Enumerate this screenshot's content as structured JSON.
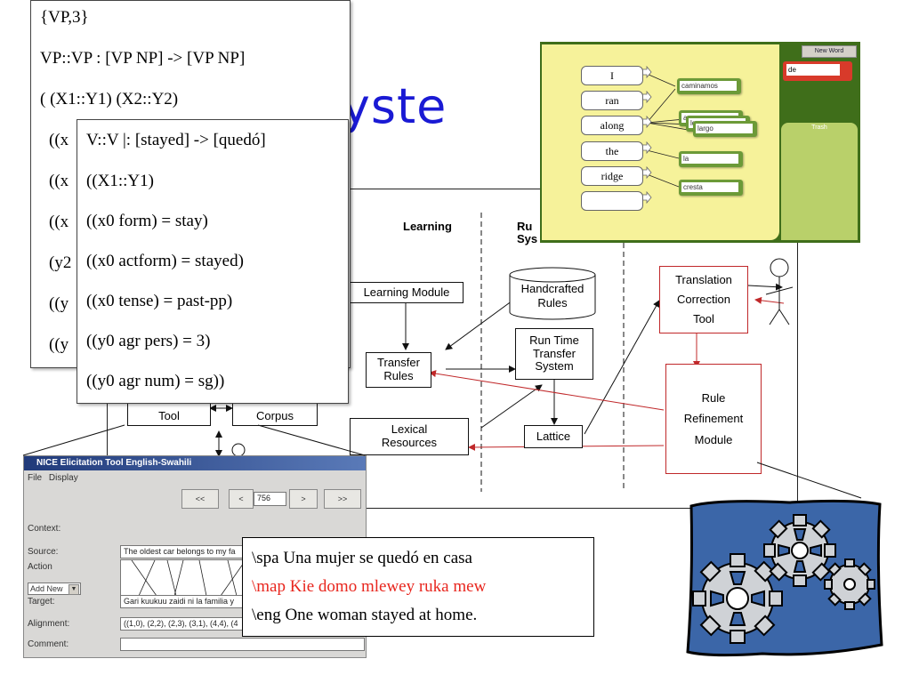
{
  "title": "MT syste",
  "diagram": {
    "sections": {
      "learning": "Learning",
      "runtime_line1": "Ru",
      "runtime_line2": "Sys"
    },
    "boxes": {
      "learning_module": "Learning Module",
      "handcrafted_rules_1": "Handcrafted",
      "handcrafted_rules_2": "Rules",
      "run_time_1": "Run Time",
      "run_time_2": "Transfer",
      "run_time_3": "System",
      "transfer_rules_1": "Transfer",
      "transfer_rules_2": "Rules",
      "lexical_1": "Lexical",
      "lexical_2": "Resources",
      "lattice": "Lattice",
      "correction_1": "Translation",
      "correction_2": "Correction",
      "correction_3": "Tool",
      "refinement_1": "Rule",
      "refinement_2": "Refinement",
      "refinement_3": "Module",
      "elicitation_tool": "Tool",
      "elicitation_corpus": "Corpus"
    }
  },
  "rule_back": {
    "lines": [
      "{VP,3}",
      "VP::VP : [VP NP] -> [VP NP]",
      "(  (X1::Y1)  (X2::Y2)",
      "((x",
      "((x",
      "((x",
      "(y2",
      "((y",
      "((y"
    ]
  },
  "rule_front": {
    "lines": [
      "V::V |: [stayed] -> [quedó]",
      "((X1::Y1)",
      "((x0 form) = stay)",
      "((x0 actform) = stayed)",
      "((x0 tense) = past-pp)",
      "((y0 agr pers) = 3)",
      "((y0 agr num) = sg))"
    ]
  },
  "gui": {
    "new_word_button": "New Word",
    "new_word_value": "de",
    "trash_label": "Trash",
    "source_words": [
      "I",
      "ran",
      "along",
      "the",
      "ridge",
      ""
    ],
    "targets": {
      "t1": "caminamos",
      "t2": "a",
      "t3": "lo",
      "t4": "largo",
      "t5": "la",
      "t6": "cresta"
    }
  },
  "elicitation": {
    "title": "NICE Elicitation Tool English-Swahili",
    "menu": [
      "File",
      "Display"
    ],
    "nav": {
      "first": "<<",
      "prev": "<",
      "index": "756",
      "next": ">",
      "last": ">>"
    },
    "labels": {
      "context": "Context:",
      "source": "Source:",
      "action": "Action",
      "target": "Target:",
      "alignment": "Alignment:",
      "comment": "Comment:"
    },
    "source_value": "The oldest car belongs to my fa",
    "action_value": "Add New",
    "target_value": "Gari kuukuu zaidi ni la familia y",
    "alignment_value": "((1,0), (2,2), (2,3), (3,1), (4,4), (4"
  },
  "example": {
    "spa": "\\spa Una mujer se quedó en casa",
    "map": "\\map Kie domo mlewey ruka mew",
    "eng": "\\eng One woman stayed at home.",
    "map_color": "#e8261e"
  },
  "colors": {
    "title_blue": "#1a1ad4",
    "feedback_red": "#c0282a",
    "gui_green": "#3f6e1a",
    "gui_canvas": "#f6f29a",
    "gear_panel": "#3b66a8"
  }
}
